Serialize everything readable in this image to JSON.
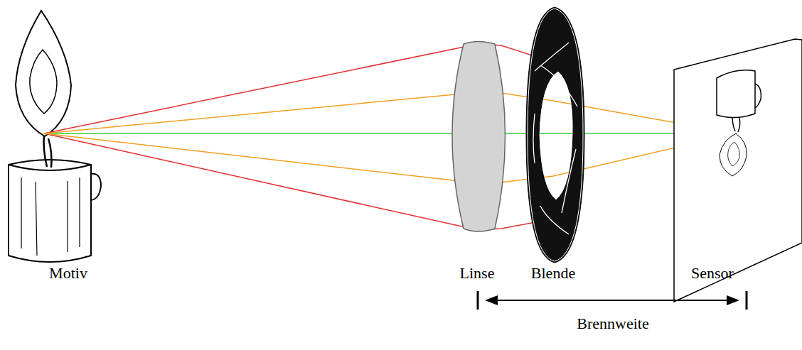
{
  "diagram": {
    "labels": [
      "Motiv",
      "Linse",
      "Blende",
      "Sensor",
      "Brennweite"
    ]
  }
}
